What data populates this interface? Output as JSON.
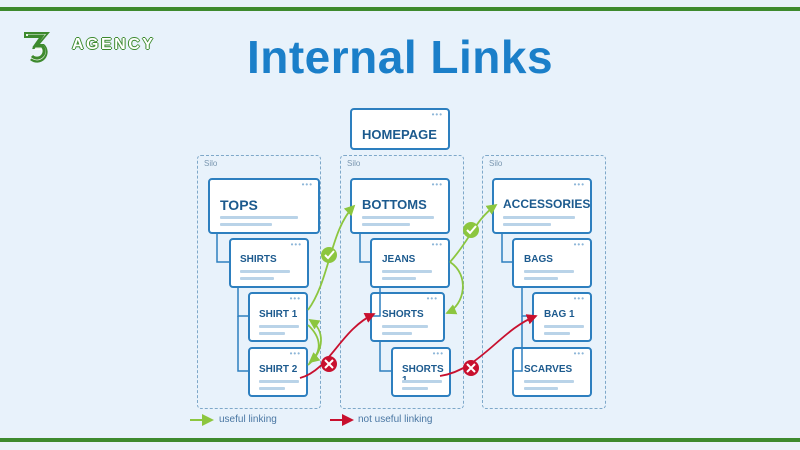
{
  "logo": {
    "mark": "3",
    "text": "AGENCY"
  },
  "title": "Internal Links",
  "homepage": "HOMEPAGE",
  "silos": [
    {
      "label": "Silo",
      "pages": [
        "TOPS",
        "SHIRTS",
        "SHIRT 1",
        "SHIRT 2"
      ]
    },
    {
      "label": "Silo",
      "pages": [
        "BOTTOMS",
        "JEANS",
        "SHORTS",
        "SHORTS 1"
      ]
    },
    {
      "label": "Silo",
      "pages": [
        "ACCESSORIES",
        "BAGS",
        "BAG 1",
        "SCARVES"
      ]
    }
  ],
  "legend": {
    "useful": "useful linking",
    "not_useful": "not useful linking"
  },
  "colors": {
    "title": "#1b7fc9",
    "box_border": "#2d7fbf",
    "useful": "#8cc63f",
    "not_useful": "#c8102e",
    "stripe": "#3d8a2e"
  }
}
